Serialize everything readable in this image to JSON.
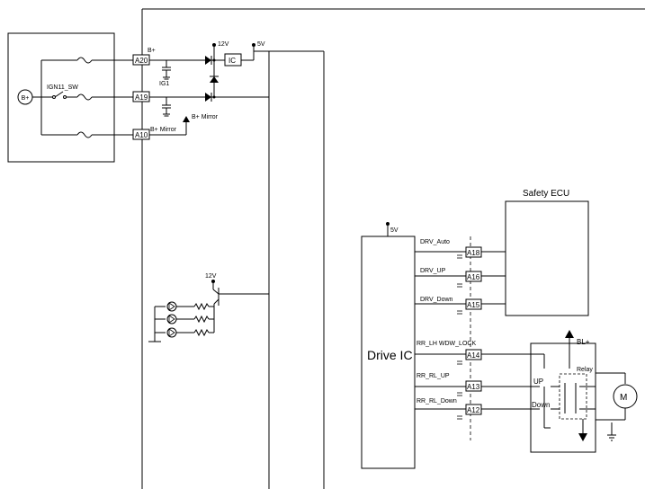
{
  "supply": {
    "battery": "B+",
    "ign_switch": "IGN11_SW",
    "b_plus": "B+",
    "ig1": "IG1",
    "b_mirror_net": "B+ Mirror",
    "b_mirror_arrow": "B+ Mirror",
    "v12": "12V",
    "v5": "5V",
    "ic": "IC"
  },
  "pins": {
    "a20": "A20",
    "a19": "A19",
    "a10": "A10",
    "a18": "A18",
    "a16": "A16",
    "a15": "A15",
    "a14": "A14",
    "a13": "A13",
    "a12": "A12"
  },
  "indicator": {
    "v12": "12V"
  },
  "drive_ic": {
    "title": "Drive IC",
    "v5": "5V",
    "signals": {
      "drv_auto": "DRV_Auto",
      "drv_up": "DRV_UP",
      "drv_down": "DRV_Down",
      "rr_lh_wdw_lock": "RR_LH WDW_LOCK",
      "rr_rl_up": "RR_RL_UP",
      "rr_rl_down": "RR_RL_Down"
    }
  },
  "safety_ecu": {
    "title": "Safety ECU"
  },
  "relay_module": {
    "bl_plus": "BL+",
    "relay": "Relay",
    "up": "UP",
    "down": "Down",
    "motor": "M"
  }
}
